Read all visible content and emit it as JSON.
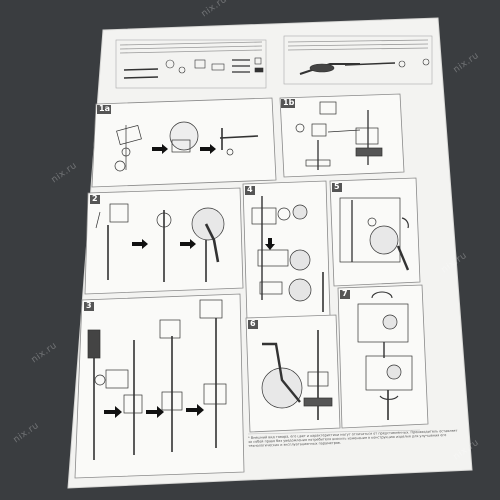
{
  "steps": [
    {
      "label": "1a"
    },
    {
      "label": "1b"
    },
    {
      "label": "2"
    },
    {
      "label": "3"
    },
    {
      "label": "4"
    },
    {
      "label": "5"
    },
    {
      "label": "6"
    },
    {
      "label": "7"
    }
  ],
  "watermark": "nix.ru",
  "footnote": {
    "line1": "* Внешний вид товара, его цвет и характеристики могут отличаться от представленных. Производитель оставляет",
    "line2": "за собой право без уведомления потребителя вносить изменения в конструкцию изделия для улучшения его",
    "line3": "технологических и эксплуатационных параметров."
  },
  "colors": {
    "background": "#3a3d40",
    "paper": "#f3f3f1",
    "panel_border": "#8a8a8a",
    "ink": "#333333"
  }
}
